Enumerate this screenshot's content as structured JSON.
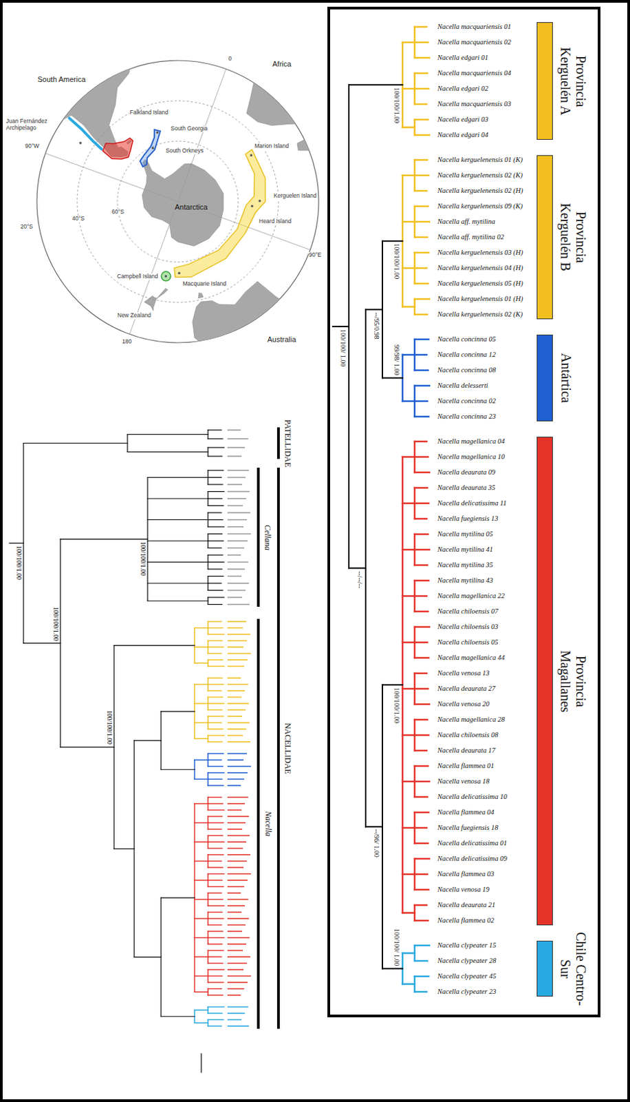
{
  "diagram": {
    "nodes": [
      {
        "text": [
          "Provincia Kerguelén A"
        ]
      },
      {
        "text": [
          "Provincia Kerguelén B"
        ]
      },
      {
        "text": [
          "Antártica"
        ]
      },
      {
        "text": [
          "Provincia Magallanes"
        ]
      },
      {
        "text": [
          "Chile Centro-Sur"
        ]
      }
    ],
    "labels": [
      "South America",
      "Africa",
      "Antarctica",
      "Australia",
      "Falkland Island",
      "South Georgia",
      "South Orkneys",
      "Marion Island",
      "Kerguelen Island",
      "Heard Island",
      "Macquarie Island",
      "Campbell Island",
      "New Zealand",
      "Juan Fernández Archipelago",
      "20°S",
      "40°S",
      "60°S",
      "0",
      "90°E",
      "180",
      "90°W",
      "100/100/1.00",
      "100/100/1.00",
      "100/100/1.00",
      "100/100/1.00",
      "PATELLIDAE",
      "NACELLIDAE",
      "Cellana",
      "Nacella",
      "Nacella macquariensis 01",
      "Nacella macquariensis 02",
      "Nacella edgari 01",
      "Nacella macquariensis 04",
      "Nacella edgari 02",
      "Nacella macquariensis 03",
      "Nacella edgari 03",
      "Nacella edgari 04",
      "Nacella kerguelenensis 01 (K)",
      "Nacella kerguelenensis 02 (K)",
      "Nacella kerguelenensis 02 (H)",
      "Nacella kerguelenensis 09 (K)",
      "Nacella aff. mytilina",
      "Nacella aff. mytilina 02",
      "Nacella kerguelenensis 03 (H)",
      "Nacella kerguelenensis 04 (H)",
      "Nacella kerguelenensis 05 (H)",
      "Nacella kerguelenensis 01 (H)",
      "Nacella kerguelenensis 02 (K)",
      "Nacella concinna 05",
      "Nacella concinna 12",
      "Nacella concinna 08",
      "Nacella delesserti",
      "Nacella concinna 02",
      "Nacella concinna 23",
      "Nacella magellanica 04",
      "Nacella magellanica 10",
      "Nacella deaurata 09",
      "Nacella deaurata 35",
      "Nacella delicatissima 11",
      "Nacella fuegiensis 13",
      "Nacella mytilina 05",
      "Nacella mytilina 41",
      "Nacella mytilina 35",
      "Nacella mytilina 43",
      "Nacella magellanica 22",
      "Nacella chiloensis 07",
      "Nacella chiloensis 03",
      "Nacella chiloensis 05",
      "Nacella magellanica 44",
      "Nacella venosa 13",
      "Nacella deaurata 27",
      "Nacella venosa 20",
      "Nacella magellanica 28",
      "Nacella chiloensis 08",
      "Nacella deaurata 17",
      "Nacella flammea 01",
      "Nacella venosa 18",
      "Nacella delicatissima 10",
      "Nacella flammea 04",
      "Nacella fuegiensis 18",
      "Nacella delicatissima 01",
      "Nacella delicatissima 09",
      "Nacella flammea 03",
      "Nacella venosa 19",
      "Nacella deaurata 21",
      "Nacella flammea 02",
      "Nacella clypeater 15",
      "Nacella clypeater 28",
      "Nacella clypeater 45",
      "Nacella clypeater 23",
      "100/100/ 1.00",
      "100/100/1.00",
      "--/--/--",
      "--/95/0.98",
      "100/100/1.00",
      "99/98/ 1.00",
      "--/96/ 1.00",
      "100/100/1.00",
      "100/100/ 1.00"
    ]
  }
}
